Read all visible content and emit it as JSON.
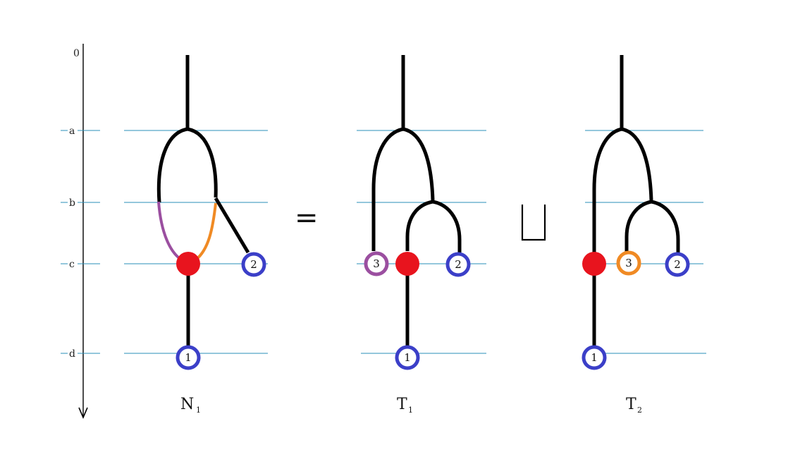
{
  "axis": {
    "levels": [
      "0",
      "a",
      "b",
      "c",
      "d"
    ]
  },
  "colors": {
    "level_line": "#2a8fb8",
    "edge": "#000000",
    "red_node": "#e8141e",
    "blue_node": "#3b3fc8",
    "purple": "#9b4fa0",
    "orange": "#f08a24"
  },
  "panels": {
    "n1": {
      "label": "N",
      "sub": "1",
      "leaves": [
        "1",
        "2"
      ]
    },
    "t1": {
      "label": "T",
      "sub": "1",
      "leaves": [
        "3",
        "2",
        "1"
      ]
    },
    "t2": {
      "label": "T",
      "sub": "2",
      "leaves": [
        "3",
        "2",
        "1"
      ]
    }
  },
  "operators": {
    "equals": "=",
    "union": "⊔"
  }
}
